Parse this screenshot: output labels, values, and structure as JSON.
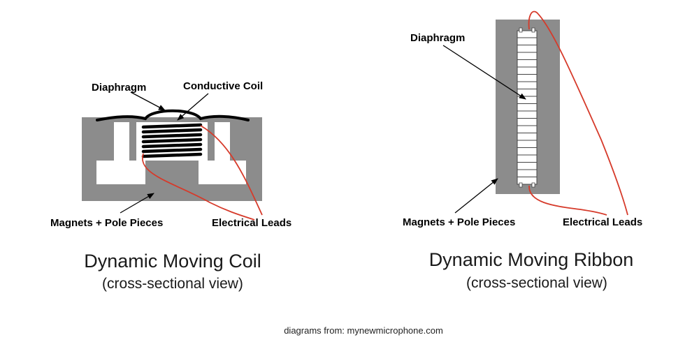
{
  "left_diagram": {
    "labels": {
      "diaphragm": "Diaphragm",
      "coil": "Conductive Coil",
      "magnets": "Magnets + Pole Pieces",
      "leads": "Electrical Leads"
    },
    "title": "Dynamic Moving Coil",
    "subtitle": "(cross-sectional view)"
  },
  "right_diagram": {
    "labels": {
      "diaphragm": "Diaphragm",
      "magnets": "Magnets + Pole Pieces",
      "leads": "Electrical Leads"
    },
    "title": "Dynamic Moving Ribbon",
    "subtitle": "(cross-sectional view)"
  },
  "credit": "diagrams from: mynewmicrophone.com",
  "colors": {
    "magnet": "#8c8c8c",
    "lead_wire": "#d63a2a",
    "ink": "#000000"
  }
}
